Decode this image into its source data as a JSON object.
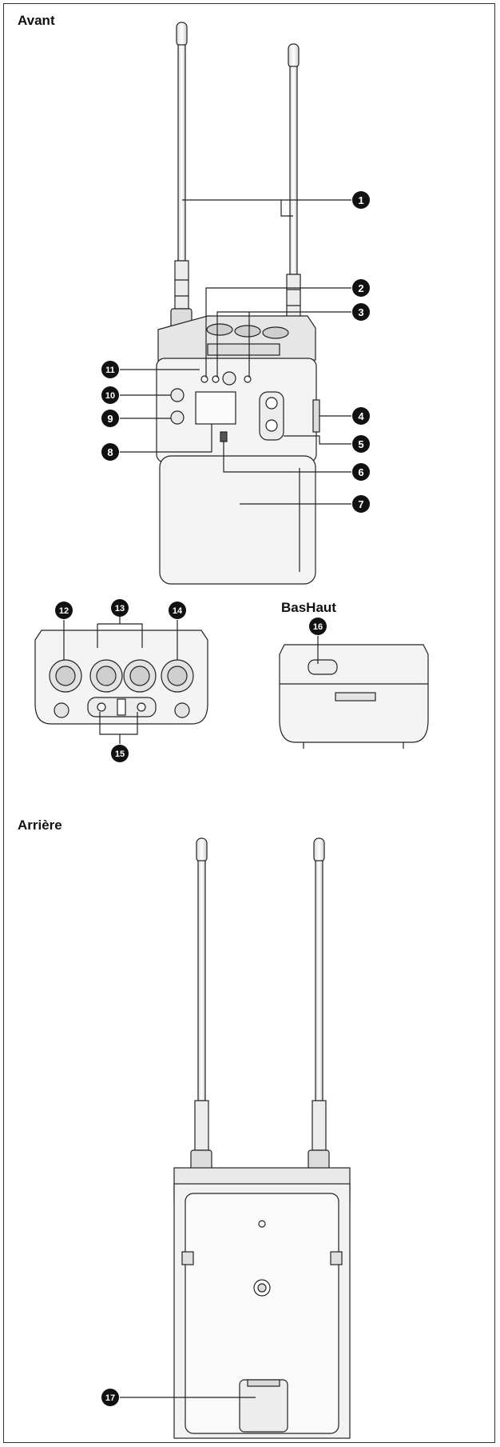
{
  "sections": {
    "front": "Avant",
    "bottom_top": "BasHaut",
    "rear": "Arrière"
  },
  "callouts": [
    "1",
    "2",
    "3",
    "4",
    "5",
    "6",
    "7",
    "8",
    "9",
    "10",
    "11",
    "12",
    "13",
    "14",
    "15",
    "16",
    "17"
  ],
  "colors": {
    "line": "#222222",
    "callout_fill": "#111111",
    "device_fill": "#f4f4f4",
    "device_shade": "#e2e2e2"
  }
}
